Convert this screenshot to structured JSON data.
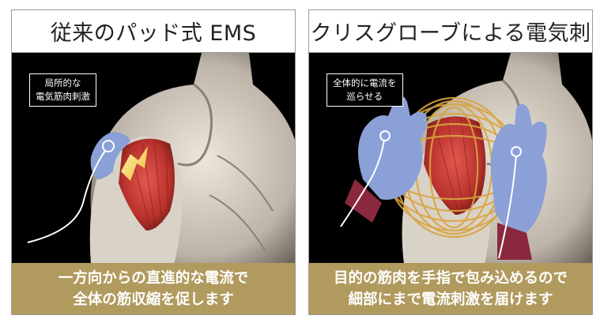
{
  "left_panel": {
    "title": "従来のパッド式 EMS",
    "callout": [
      "局所的な",
      "電気筋肉刺激"
    ],
    "caption": [
      "一方向からの直進的な電流で",
      "全体の筋収縮を促します"
    ]
  },
  "right_panel": {
    "title": "ラクリスグローブによる電気刺激",
    "callout": [
      "全体的に電流を",
      "巡らせる"
    ],
    "caption": [
      "目的の筋肉を手指で包み込めるので",
      "細部にまで電流刺激を届けます"
    ]
  },
  "colors": {
    "caption_bg": "#b19a5e",
    "panel_bg": "#000000",
    "muscle_red": "#b8312c",
    "glove_blue": "#8aa0d6",
    "glove_cuff": "#8a2840",
    "current_gold": "#d9a441"
  }
}
